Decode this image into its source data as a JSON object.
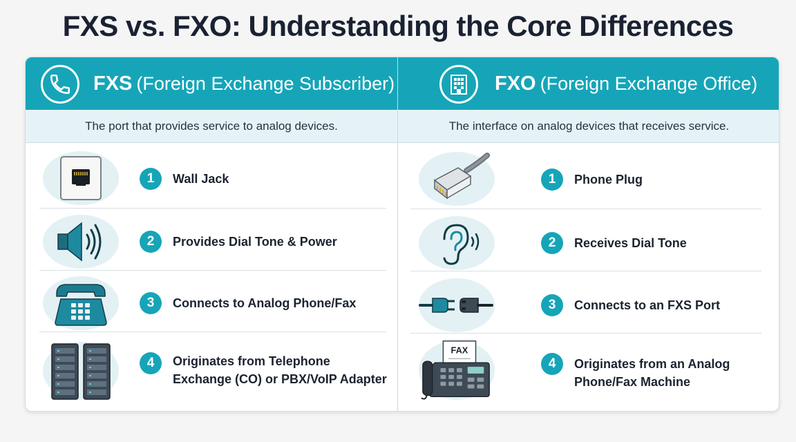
{
  "title": "FXS vs. FXO: Understanding the Core Differences",
  "fxs": {
    "abbr": "FXS",
    "full": "(Foreign Exchange Subscriber)",
    "description": "The port that provides service to analog devices.",
    "header_icon": "phone-handset-icon",
    "items": [
      {
        "number": "1",
        "label": "Wall Jack",
        "icon": "wall-jack-icon"
      },
      {
        "number": "2",
        "label": "Provides Dial Tone & Power",
        "icon": "speaker-icon"
      },
      {
        "number": "3",
        "label": "Connects to Analog Phone/Fax",
        "icon": "desk-phone-icon"
      },
      {
        "number": "4",
        "label_line1": "Originates from Telephone",
        "label_line2": "Exchange (CO) or PBX/VoIP Adapter",
        "icon": "server-rack-icon"
      }
    ]
  },
  "fxo": {
    "abbr": "FXO",
    "full": "(Foreign Exchange Office)",
    "description": "The interface on analog devices that receives service.",
    "header_icon": "office-building-icon",
    "items": [
      {
        "number": "1",
        "label": "Phone Plug",
        "icon": "rj11-plug-icon"
      },
      {
        "number": "2",
        "label": "Receives Dial Tone",
        "icon": "ear-icon"
      },
      {
        "number": "3",
        "label": "Connects to an FXS Port",
        "icon": "plug-connector-icon"
      },
      {
        "number": "4",
        "label_line1": "Originates from an Analog",
        "label_line2": "Phone/Fax Machine",
        "icon": "fax-machine-icon",
        "fax_text": "FAX"
      }
    ]
  },
  "colors": {
    "accent": "#16a5b8",
    "accent_dark": "#1d6d80",
    "subhead_bg": "#e6f3f6",
    "icon_bg": "#e3f1f4"
  }
}
